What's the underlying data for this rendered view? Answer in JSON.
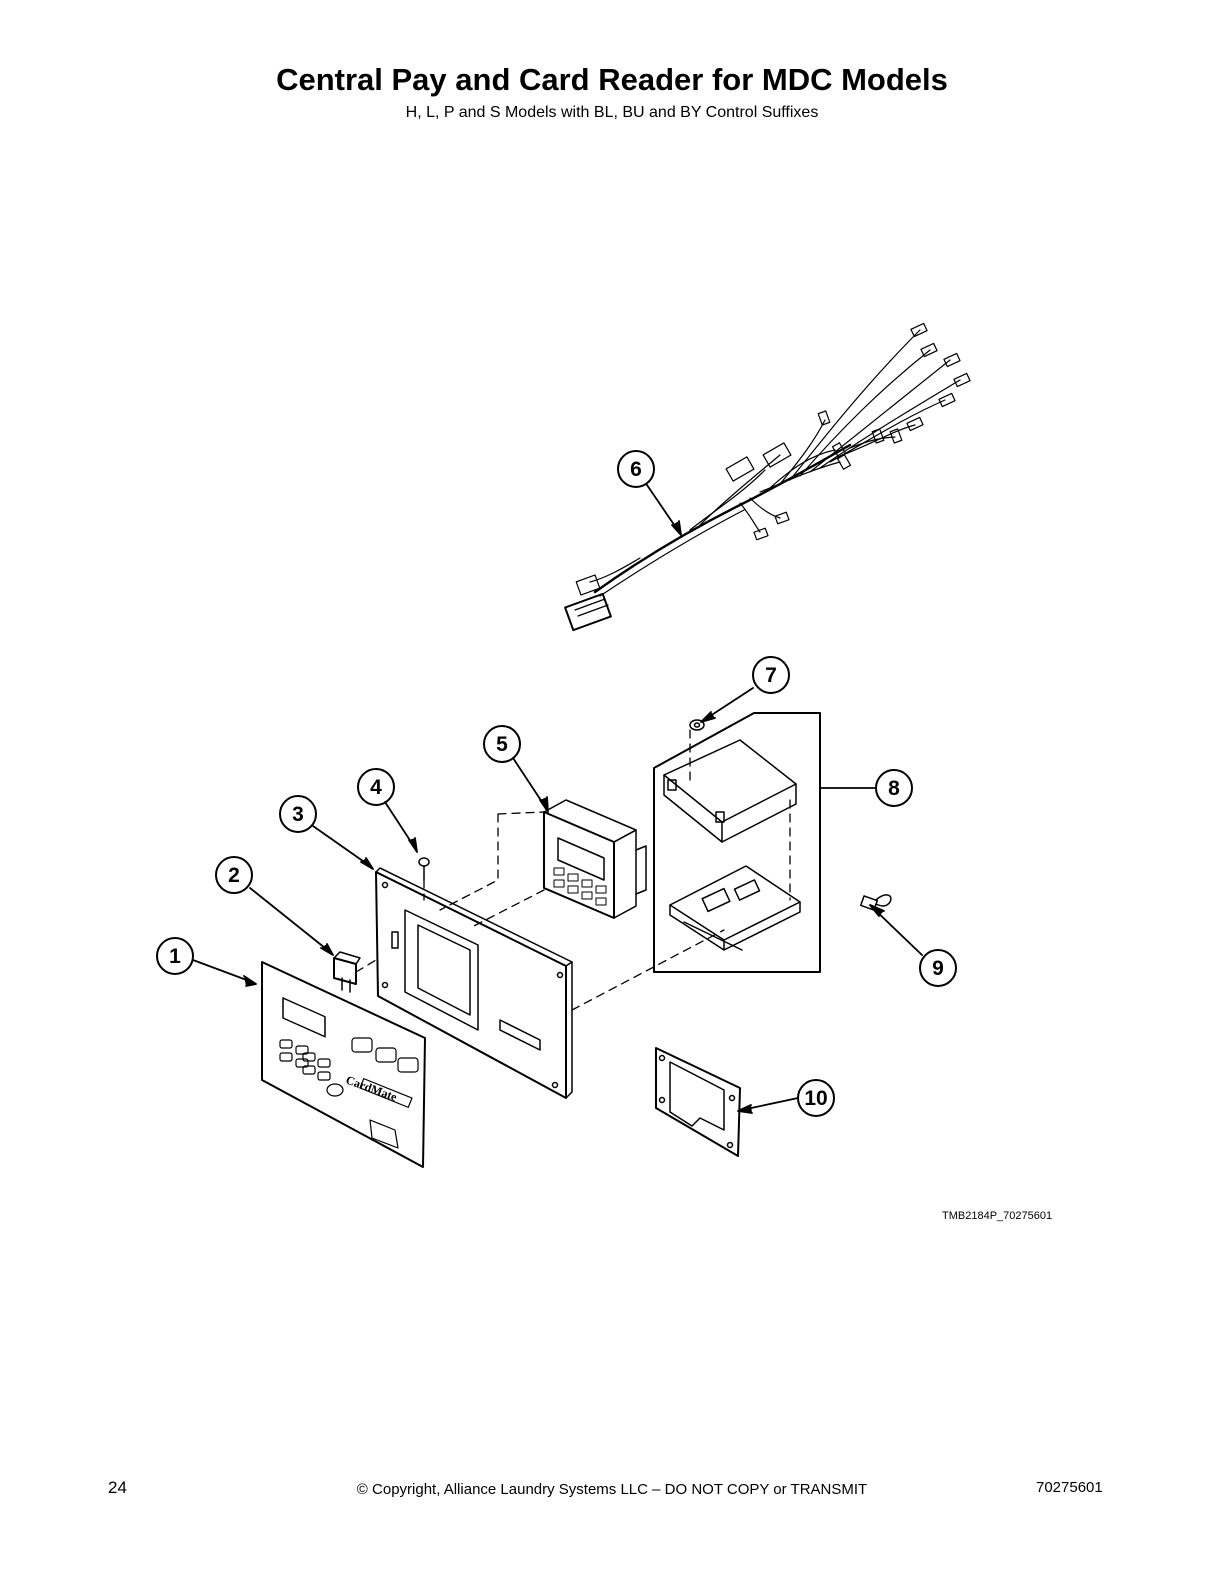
{
  "header": {
    "title": "Central Pay and Card Reader for MDC Models",
    "subtitle": "H, L, P and S Models with BL, BU and BY Control Suffixes"
  },
  "diagram": {
    "drawing_id": "TMB2184P_70275601",
    "callouts": [
      "1",
      "2",
      "3",
      "4",
      "5",
      "6",
      "7",
      "8",
      "9",
      "10"
    ],
    "brand_logo_text": "CardMate"
  },
  "footer": {
    "page_number": "24",
    "copyright": "© Copyright, Alliance Laundry Systems LLC – DO NOT COPY or TRANSMIT",
    "document_number": "70275601"
  }
}
